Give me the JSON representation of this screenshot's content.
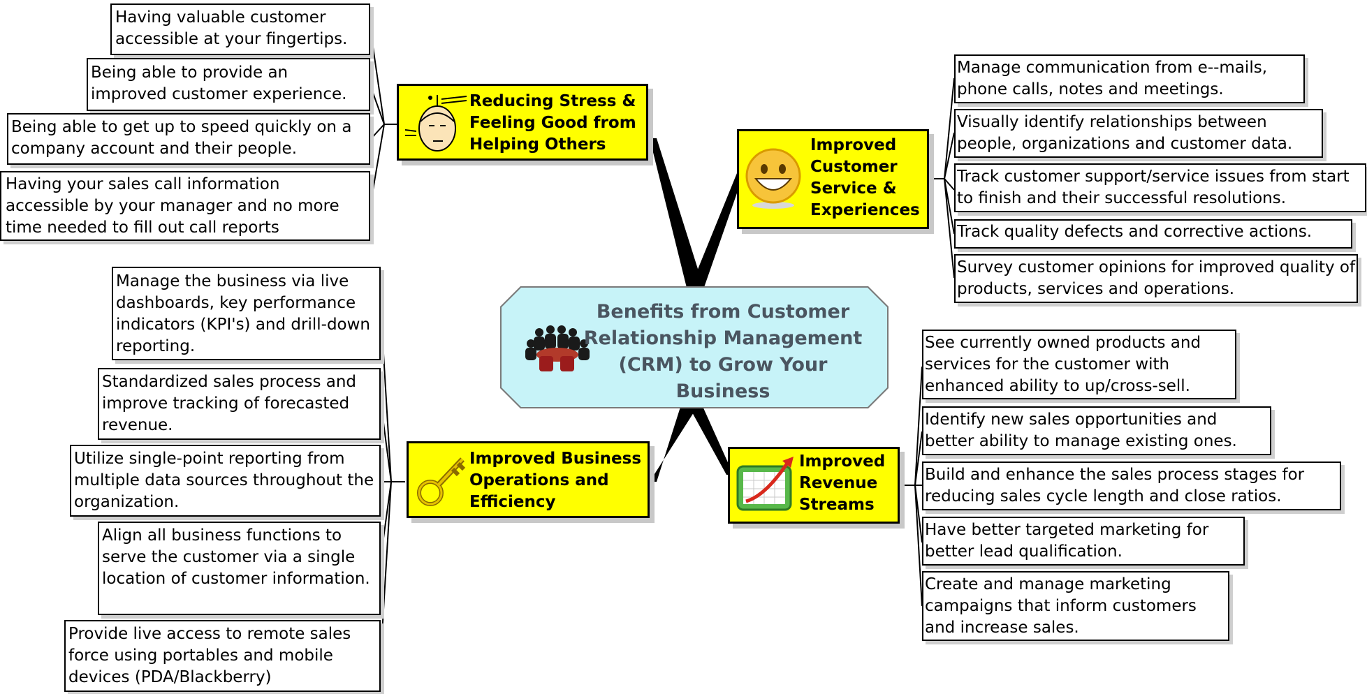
{
  "center": {
    "title": "Benefits from Customer Relationship Management (CRM) to Grow Your Business",
    "icon": "people-meeting-icon"
  },
  "topics": [
    {
      "id": "stress",
      "label": "Reducing Stress & Feeling Good from Helping Others",
      "icon": "thinking-head-icon",
      "items": [
        "Having valuable customer accessible at your fingertips.",
        "Being able to provide an improved customer experience.",
        "Being able to get up to speed quickly on a company account and their people.",
        "Having your sales call information accessible by your manager and no more time needed to fill out call reports"
      ]
    },
    {
      "id": "operations",
      "label": "Improved Business Operations and Efficiency",
      "icon": "key-icon",
      "items": [
        "Manage the business via live dashboards, key performance indicators (KPI's) and drill-down reporting.",
        "Standardized sales process and improve tracking of forecasted revenue.",
        "Utilize single-point reporting from multiple data sources throughout the organization.",
        "Align all business functions to serve the customer via a single location of customer information.",
        "Provide live access to remote sales force using portables and mobile devices (PDA/Blackberry)"
      ]
    },
    {
      "id": "service",
      "label": "Improved Customer Service & Experiences",
      "icon": "smiley-face-icon",
      "items": [
        "Manage communication from e--mails, phone calls, notes and meetings.",
        "Visually identify relationships between people, organizations and customer data.",
        "Track customer support/service issues from start to finish and their successful resolutions.",
        "Track quality defects and corrective actions.",
        "Survey customer opinions for improved quality of products, services and operations."
      ]
    },
    {
      "id": "revenue",
      "label": "Improved Revenue Streams",
      "icon": "growth-chart-icon",
      "items": [
        "See currently owned products and services for the customer with enhanced ability to up/cross-sell.",
        "Identify new sales opportunities and better ability to manage existing ones.",
        "Build and enhance the sales process stages for reducing sales cycle length and close ratios.",
        "Have better targeted marketing for better lead qualification.",
        "Create and manage marketing campaigns that inform customers and increase sales."
      ]
    }
  ],
  "colors": {
    "topic_fill": "#ffff00",
    "center_fill": "#c7f3f8",
    "center_text": "#4a5560",
    "line": "#000000"
  }
}
